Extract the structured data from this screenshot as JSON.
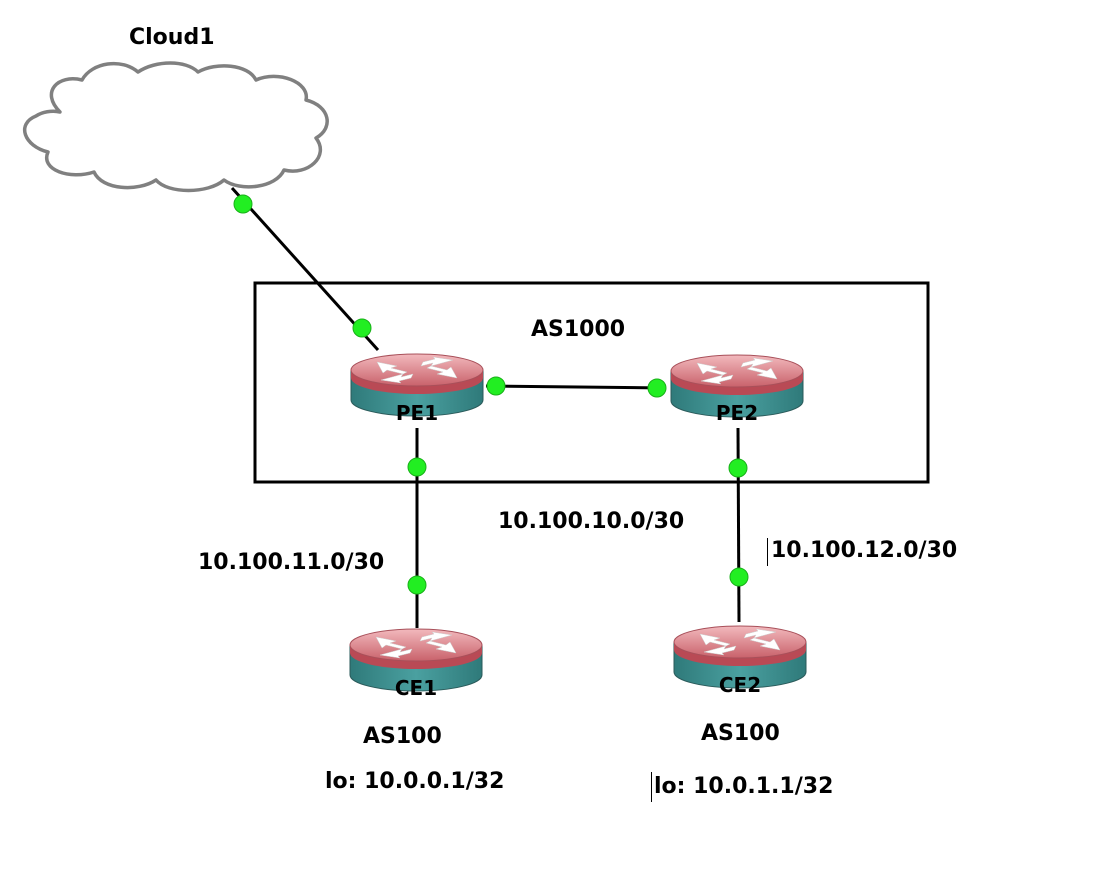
{
  "diagram": {
    "cloud": {
      "label": "Cloud1"
    },
    "as_box": {
      "label": "AS1000"
    },
    "routers": [
      {
        "id": "PE1",
        "label": "PE1"
      },
      {
        "id": "PE2",
        "label": "PE2"
      },
      {
        "id": "CE1",
        "label": "CE1"
      },
      {
        "id": "CE2",
        "label": "CE2"
      }
    ],
    "links": [
      {
        "from": "Cloud1",
        "to": "PE1"
      },
      {
        "from": "PE1",
        "to": "PE2",
        "subnet": "10.100.10.0/30"
      },
      {
        "from": "PE1",
        "to": "CE1",
        "subnet": "10.100.11.0/30"
      },
      {
        "from": "PE2",
        "to": "CE2",
        "subnet": "10.100.12.0/30"
      }
    ],
    "ce1_info": {
      "as": "AS100",
      "loopback": "lo: 10.0.0.1/32"
    },
    "ce2_info": {
      "as": "AS100",
      "loopback": "lo: 10.0.1.1/32"
    },
    "colors": {
      "router_top": "#d9848a",
      "router_body": "#3f8f8f",
      "port_dot": "#22ee22",
      "cloud_stroke": "#808080"
    }
  }
}
